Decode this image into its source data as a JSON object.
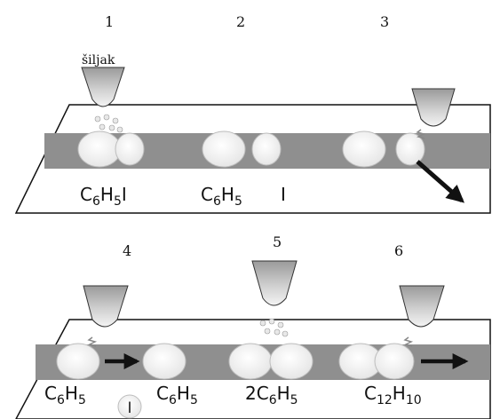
{
  "colors": {
    "background": "#ffffff",
    "plane_stroke": "#111111",
    "band": "#8f8f8f",
    "atom_fill": "#f4f4f4",
    "atom_stroke": "#bdbdbd",
    "tip_dark": "#777777",
    "arrow": "#111111"
  },
  "icons": {
    "tip": "stm-tip-icon",
    "arrow": "arrow-icon",
    "atom": "atom-icon"
  },
  "steps": [
    {
      "number": "1"
    },
    {
      "number": "2"
    },
    {
      "number": "3"
    },
    {
      "number": "4"
    },
    {
      "number": "5"
    },
    {
      "number": "6"
    }
  ],
  "tip_label": "šiljak",
  "top_panel": {
    "labels": [
      {
        "main": "C",
        "sub1": "6",
        "mid": "H",
        "sub2": "5",
        "tail": "I"
      },
      {
        "main": "C",
        "sub1": "6",
        "mid": "H",
        "sub2": "5",
        "tail": ""
      },
      {
        "main": "I",
        "sub1": "",
        "mid": "",
        "sub2": "",
        "tail": ""
      }
    ]
  },
  "bottom_panel": {
    "labels": [
      {
        "main": "C",
        "sub1": "6",
        "mid": "H",
        "sub2": "5",
        "tail": ""
      },
      {
        "main": "C",
        "sub1": "6",
        "mid": "H",
        "sub2": "5",
        "tail": ""
      },
      {
        "main": "2C",
        "sub1": "6",
        "mid": "H",
        "sub2": "5",
        "tail": ""
      },
      {
        "main": "C",
        "sub1": "12",
        "mid": "H",
        "sub2": "10",
        "tail": ""
      }
    ],
    "iodine_marker": "I"
  }
}
